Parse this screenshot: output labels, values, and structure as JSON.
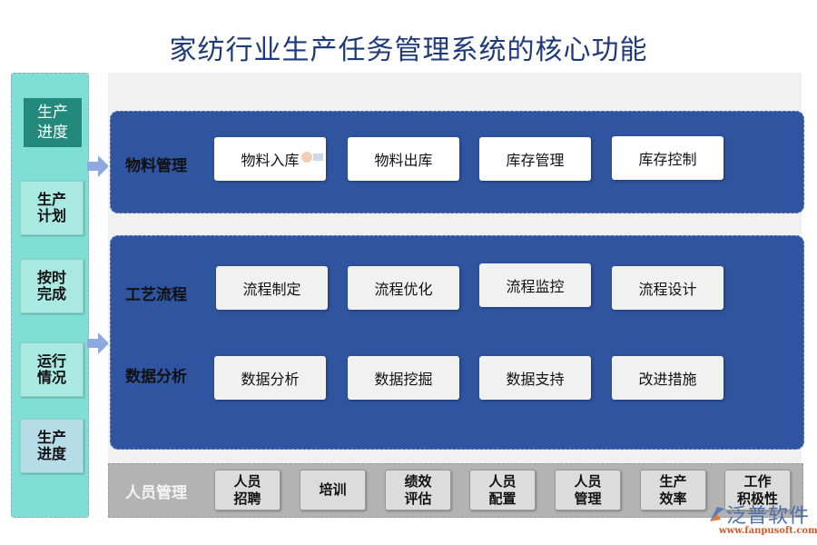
{
  "title": "家纺行业生产任务管理系统的核心功能",
  "left_panel": {
    "header": "生产\n进度",
    "items": [
      {
        "label": "生产\n计划"
      },
      {
        "label": "按时\n完成"
      },
      {
        "label": "运行\n情况"
      },
      {
        "label": "生产\n进度"
      }
    ]
  },
  "sections": {
    "material": {
      "label": "物料管理",
      "cards": [
        "物料入库",
        "物料出库",
        "库存管理",
        "库存控制"
      ]
    },
    "process": {
      "label": "工艺流程",
      "cards": [
        "流程制定",
        "流程优化",
        "流程监控",
        "流程设计"
      ]
    },
    "data": {
      "label": "数据分析",
      "cards": [
        "数据分析",
        "数据挖掘",
        "数据支持",
        "改进措施"
      ]
    },
    "personnel": {
      "label": "人员管理",
      "cards": [
        "人员\n招聘",
        "培训",
        "绩效\n评估",
        "人员\n配置",
        "人员\n管理",
        "生产\n效率",
        "工作\n积极性"
      ]
    }
  },
  "watermark": {
    "brand": "泛普软件",
    "url": "www.fanpusoft.com"
  },
  "colors": {
    "title": "#1f3a7a",
    "left_panel": "#7fdfd4",
    "left_header": "#23897c",
    "blue_box": "#2f54a0",
    "arrow": "#8ea8e0",
    "bottom_bar": "#b3b3b3"
  }
}
